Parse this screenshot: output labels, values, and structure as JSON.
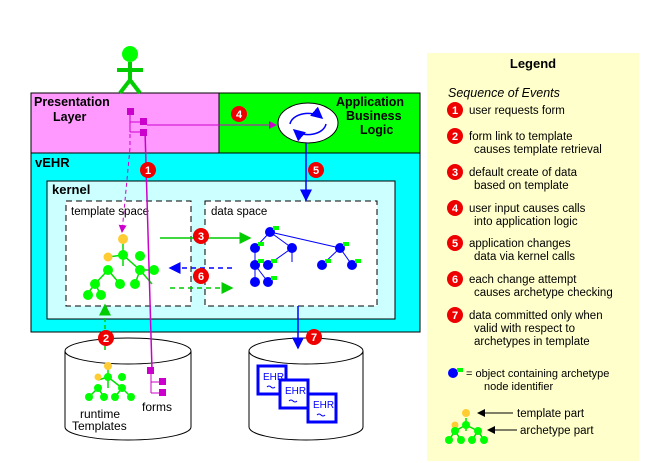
{
  "diagram": {
    "presentation_layer": "Presentation\nLayer",
    "application_logic": "Application\nBusiness\nLogic",
    "vehr": "vEHR",
    "kernel": "kernel",
    "template_space": "template space",
    "data_space": "data space",
    "runtime_templates": "runtime\nTemplates",
    "forms": "forms",
    "ehr_label": "EHR",
    "step_numbers": [
      "1",
      "2",
      "3",
      "4",
      "5",
      "6",
      "7"
    ]
  },
  "legend": {
    "title": "Legend",
    "subtitle": "Sequence of Events",
    "events": [
      {
        "n": "1",
        "text": "user requests form"
      },
      {
        "n": "2",
        "text": "form link to template\ncauses template retrieval"
      },
      {
        "n": "3",
        "text": "default create of data\nbased on template"
      },
      {
        "n": "4",
        "text": "user input causes calls\ninto application logic"
      },
      {
        "n": "5",
        "text": "application changes\ndata via kernel calls"
      },
      {
        "n": "6",
        "text": "each change attempt\ncauses archetype checking"
      },
      {
        "n": "7",
        "text": "data committed only when\nvalid with respect to\narchetypes in template"
      }
    ],
    "object_note": "= object containing archetype\nnode identifier",
    "template_part": "template part",
    "archetype_part": "archetype part"
  },
  "colors": {
    "legend_bg": "#ffffcc",
    "vehr_bg": "#00ffff",
    "kernel_bg": "#ccffff",
    "presentation_bg": "#ff99ff",
    "app_logic_bg": "#00ff00",
    "step_badge": "#ee0000",
    "tree_green": "#00ff00",
    "node_blue": "#0000ff",
    "template_yellow": "#ffcc33",
    "form_magenta": "#cc00cc"
  }
}
